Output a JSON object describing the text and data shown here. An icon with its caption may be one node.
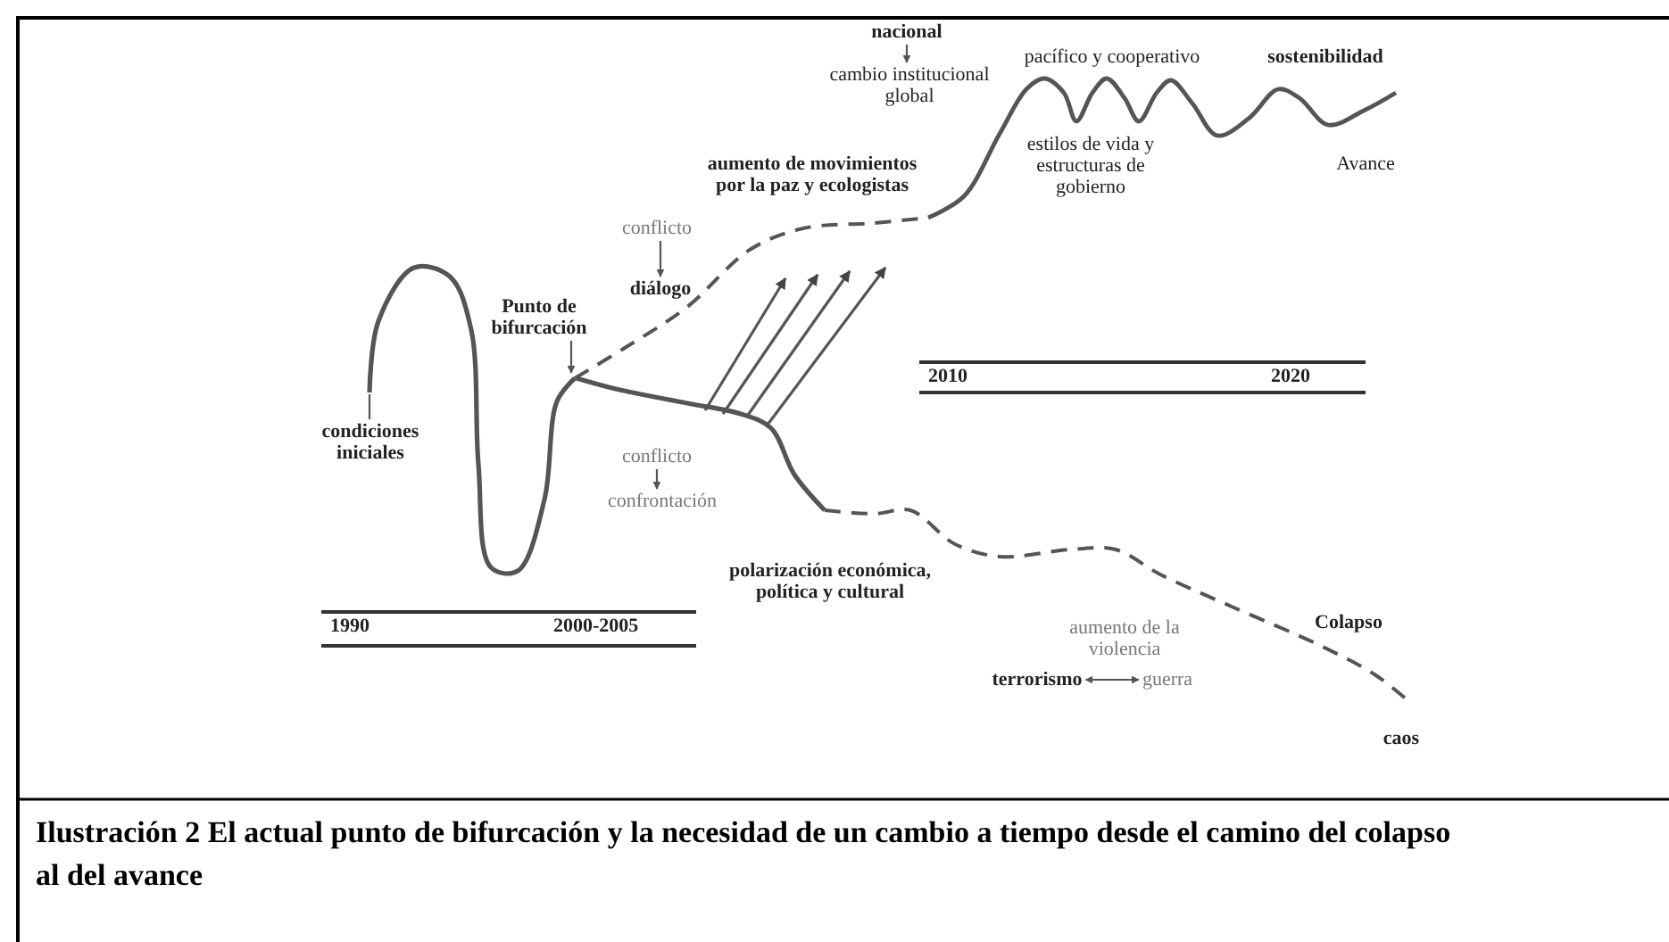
{
  "diagram": {
    "caption": "Ilustración 2 El actual punto de bifurcación y la necesidad de un cambio a tiempo desde el camino del colapso al del avance",
    "nodes": [
      {
        "text": [
          "nacional"
        ]
      },
      {
        "text": [
          "cambio institucional global"
        ]
      },
      {
        "text": [
          "pacífico y cooperativo"
        ]
      },
      {
        "text": [
          "sostenibilidad"
        ]
      },
      {
        "text": [
          "aumento de movimientos por la paz y ecologistas"
        ]
      },
      {
        "text": [
          "estilos de vida y estructuras de gobierno"
        ]
      },
      {
        "text": [
          "Avance"
        ]
      },
      {
        "text": [
          "conflicto"
        ]
      },
      {
        "text": [
          "diálogo"
        ]
      },
      {
        "text": [
          "Punto de bifurcación"
        ]
      },
      {
        "text": [
          "condiciones iniciales"
        ]
      },
      {
        "text": [
          "conflicto"
        ]
      },
      {
        "text": [
          "confrontación"
        ]
      },
      {
        "text": [
          "polarización económica, política y cultural"
        ]
      },
      {
        "text": [
          "aumento de la violencia"
        ]
      },
      {
        "text": [
          "terrorismo"
        ]
      },
      {
        "text": [
          "guerra"
        ]
      },
      {
        "text": [
          "Colapso"
        ]
      },
      {
        "text": [
          "caos"
        ]
      },
      {
        "text": [],
        "shape": "curve"
      }
    ],
    "edges": [
      {
        "from": 0,
        "to": 1,
        "arrow": "to"
      },
      {
        "from": 7,
        "to": 8,
        "arrow": "to"
      },
      {
        "from": 9,
        "to": 19,
        "arrow": "to"
      },
      {
        "from": 10,
        "to": 19,
        "arrow": "none"
      },
      {
        "from": 11,
        "to": 12,
        "arrow": "to"
      },
      {
        "from": 15,
        "to": 16,
        "arrow": "both"
      }
    ],
    "labels": [
      "2010",
      "2020",
      "1990",
      "2000-2005"
    ]
  }
}
